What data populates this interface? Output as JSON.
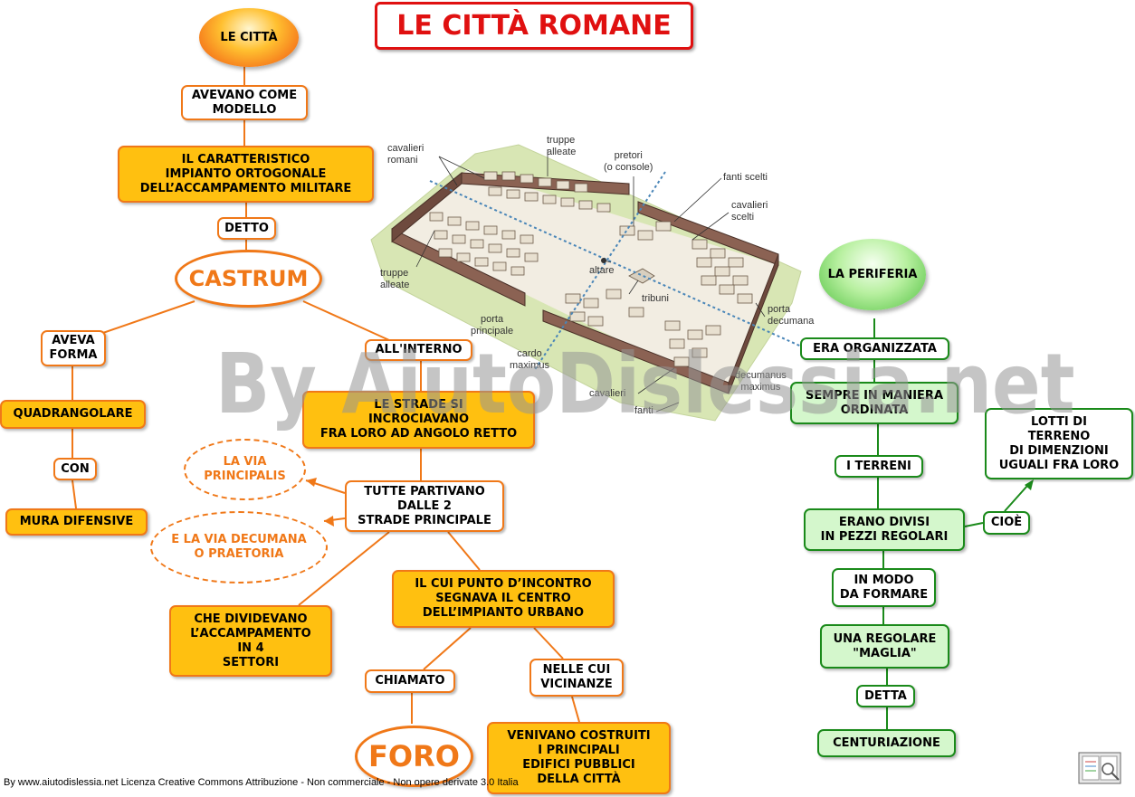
{
  "title": "LE CITTÀ ROMANE",
  "watermark": "By AiutoDislessia.net",
  "footer": "By www.aiutodislessia.net Licenza Creative Commons Attribuzione - Non commerciale - Non opere derivate 3.0 Italia",
  "left": {
    "le_citta": "LE CITTÀ",
    "avevano_come_modello": "AVEVANO COME\nMODELLO",
    "impianto": "IL  CARATTERISTICO\nIMPIANTO ORTOGONALE\nDELL’ACCAMPAMENTO  MILITARE",
    "detto": "DETTO",
    "castrum": "CASTRUM",
    "aveva_forma": "AVEVA\nFORMA",
    "quadrangolare": "QUADRANGOLARE",
    "con": "CON",
    "mura": "MURA DIFENSIVE",
    "all_interno": "ALL'INTERNO",
    "strade": "LE STRADE SI\nINCROCIAVANO\nFRA LORO AD ANGOLO RETTO",
    "via_principalis": "LA VIA\nPRINCIPALIS",
    "via_decumana": "E LA VIA DECUMANA\nO PRAETORIA",
    "tutte_partivano": "TUTTE PARTIVANO\nDALLE 2\nSTRADE PRINCIPALE",
    "dividevano": "CHE DIVIDEVANO\nL’ACCAMPAMENTO\nIN  4\nSETTORI",
    "punto_incontro": "IL CUI PUNTO D’INCONTRO\nSEGNAVA IL CENTRO\nDELL’IMPIANTO URBANO",
    "chiamato": "CHIAMATO",
    "nelle_vicinanze": "NELLE CUI\nVICINANZE",
    "foro": "FORO",
    "edifici": "VENIVANO COSTRUITI\nI PRINCIPALI\nEDIFICI PUBBLICI\nDELLA CITTÀ"
  },
  "right": {
    "periferia": "LA PERIFERIA",
    "era_organizzata": "ERA ORGANIZZATA",
    "sempre_ordinata": "SEMPRE IN MANIERA\nORDINATA",
    "i_terreni": "I TERRENI",
    "erano_divisi": "ERANO DIVISI\nIN PEZZI REGOLARI",
    "cioe": "CIOÈ",
    "lotti": "LOTTI DI\nTERRENO\nDI DIMENZIONI\nUGUALI FRA LORO",
    "in_modo": "IN MODO\nDA FORMARE",
    "maglia": "UNA REGOLARE\n\"MAGLIA\"",
    "detta": "DETTA",
    "centuriazione": "CENTURIAZIONE"
  },
  "camp_labels": {
    "cavalieri_romani": "cavalieri\nromani",
    "truppe_alleate_top": "truppe\nalleate",
    "pretori": "pretori\n(o console)",
    "fanti_scelti": "fanti scelti",
    "cavalieri_scelti": "cavalieri\nscelti",
    "truppe_alleate_left": "truppe\nalleate",
    "altare": "altare",
    "tribuni": "tribuni",
    "porta_principale": "porta\nprincipale",
    "porta_decumana": "porta\ndecumana",
    "cardo_maximus": "cardo\nmaximus",
    "decumanus_maximus": "decumanus\nmaximus",
    "cavalieri": "cavalieri",
    "fanti": "fanti"
  },
  "colors": {
    "orange": "#f07818",
    "yellow": "#ffc010",
    "green": "#1a8a1a",
    "light_green": "#d4f7cc",
    "title_red": "#e01010"
  }
}
